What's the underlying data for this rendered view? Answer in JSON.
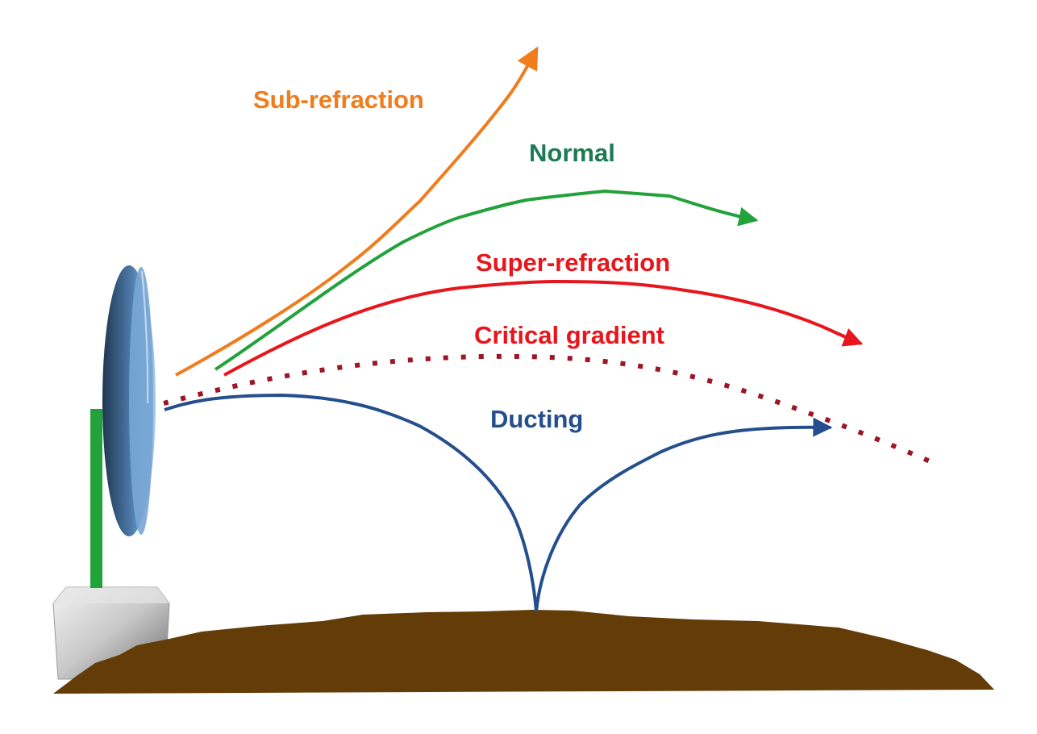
{
  "diagram": {
    "colors": {
      "sub_refraction": "#f07c1d",
      "normal_curve": "#22a23a",
      "normal_label": "#1e7a55",
      "super_refraction": "#e8151c",
      "critical": "#9c1626",
      "ducting": "#254f8c",
      "ground": "#633c08",
      "mast": "#22a23a",
      "dish": "#6f9fd0",
      "base": "#c8c8c8"
    },
    "labels": {
      "sub_refraction": "Sub-refraction",
      "normal": "Normal",
      "super_refraction": "Super-refraction",
      "critical_gradient": "Critical gradient",
      "ducting": "Ducting"
    }
  }
}
